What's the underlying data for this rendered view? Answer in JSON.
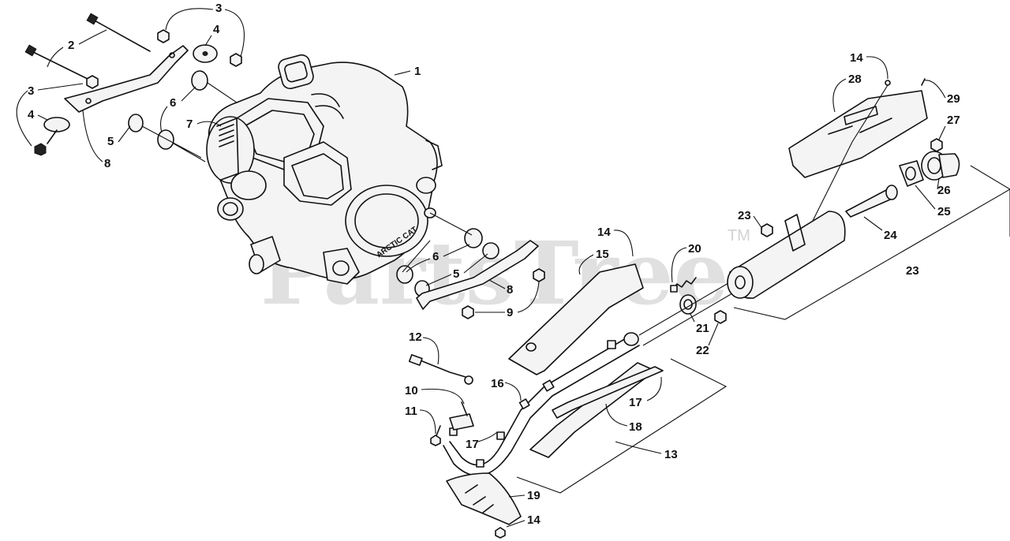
{
  "watermark": {
    "text": "PartsTree",
    "trademark": "TM"
  },
  "engine_brand": "ARCTIC CAT",
  "callouts": {
    "c1": "1",
    "c2": "2",
    "c3a": "3",
    "c3b": "3",
    "c4a": "4",
    "c4b": "4",
    "c5a": "5",
    "c5b": "5",
    "c6a": "6",
    "c6b": "6",
    "c7": "7",
    "c8a": "8",
    "c8b": "8",
    "c9": "9",
    "c10": "10",
    "c11": "11",
    "c12": "12",
    "c13": "13",
    "c14a": "14",
    "c14b": "14",
    "c14c": "14",
    "c15": "15",
    "c16": "16",
    "c17a": "17",
    "c17b": "17",
    "c18": "18",
    "c19": "19",
    "c20": "20",
    "c21": "21",
    "c22": "22",
    "c23a": "23",
    "c23b": "23",
    "c24": "24",
    "c25": "25",
    "c26": "26",
    "c27": "27",
    "c28": "28",
    "c29": "29"
  }
}
